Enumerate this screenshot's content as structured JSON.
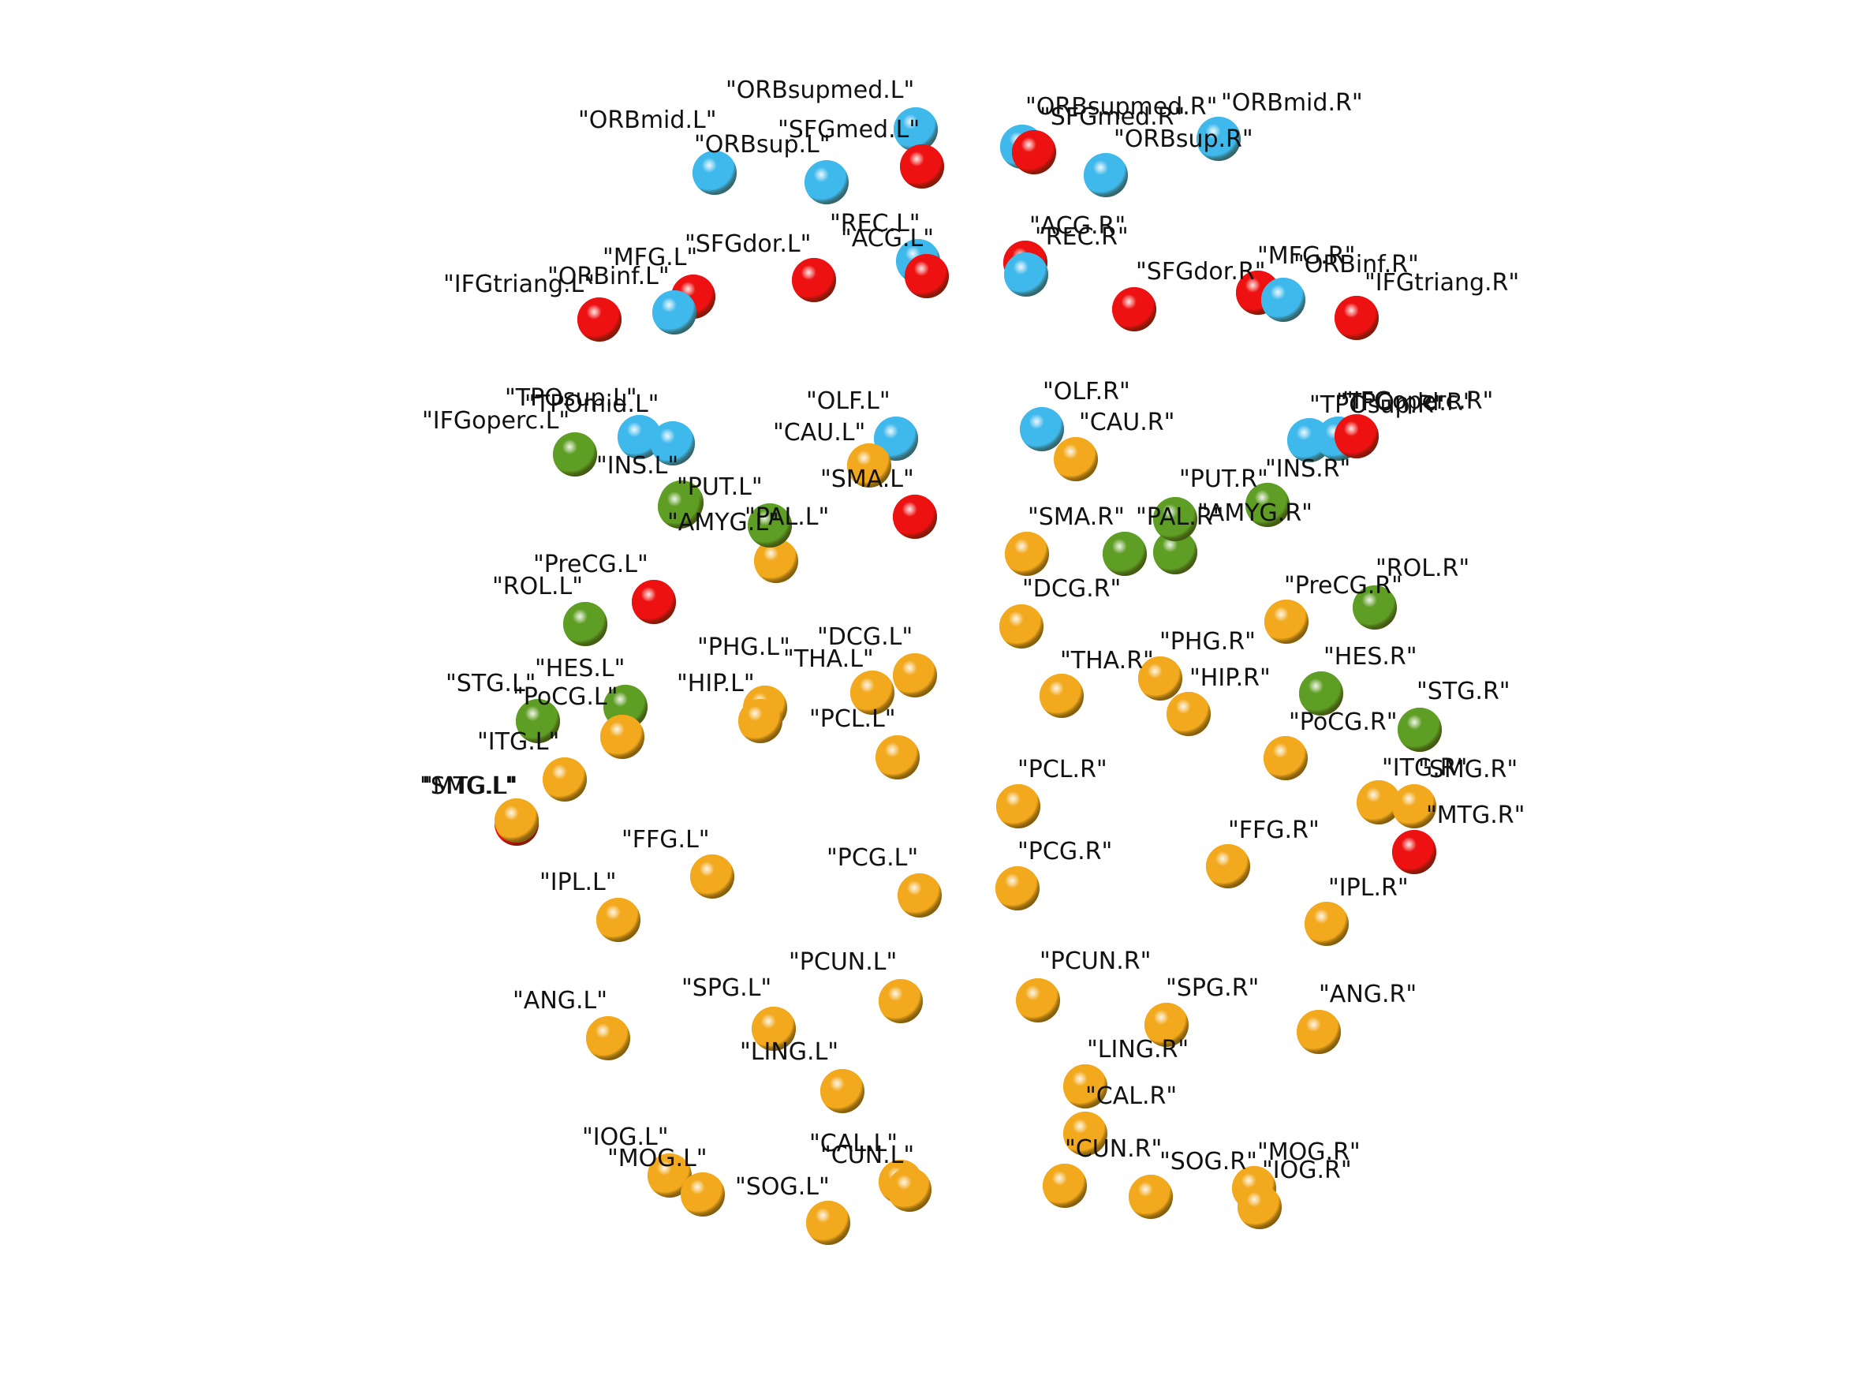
{
  "colors": {
    "blue": "#3fb9ec",
    "red": "#ee1111",
    "green": "#5f9e25",
    "orange": "#f2a91d"
  },
  "nodes": [
    {
      "label": "\"ORBsupmed.L\"",
      "color": "blue"
    },
    {
      "label": "\"ORBmid.L\"",
      "color": "blue"
    },
    {
      "label": "\"SFGmed.L\"",
      "color": "red"
    },
    {
      "label": "\"ORBsup.L\"",
      "color": "blue"
    },
    {
      "label": "\"ORBsupmed.R\"",
      "color": "blue"
    },
    {
      "label": "\"SFGmed.R\"",
      "color": "red"
    },
    {
      "label": "\"ORBmid.R\"",
      "color": "blue"
    },
    {
      "label": "\"ORBsup.R\"",
      "color": "blue"
    },
    {
      "label": "\"REC.L\"",
      "color": "blue"
    },
    {
      "label": "\"ACG.L\"",
      "color": "red"
    },
    {
      "label": "\"SFGdor.L\"",
      "color": "red"
    },
    {
      "label": "\"MFG.L\"",
      "color": "red"
    },
    {
      "label": "\"ORBinf.L\"",
      "color": "blue"
    },
    {
      "label": "\"IFGtriang.L\"",
      "color": "red"
    },
    {
      "label": "\"ACG.R\"",
      "color": "red"
    },
    {
      "label": "\"REC.R\"",
      "color": "blue"
    },
    {
      "label": "\"SFGdor.R\"",
      "color": "red"
    },
    {
      "label": "\"MFG.R\"",
      "color": "red"
    },
    {
      "label": "\"ORBinf.R\"",
      "color": "blue"
    },
    {
      "label": "\"IFGtriang.R\"",
      "color": "red"
    },
    {
      "label": "\"TPOsup.L\"",
      "color": "blue"
    },
    {
      "label": "\"TPOmid.L\"",
      "color": "blue"
    },
    {
      "label": "\"IFGoperc.L\"",
      "color": "green"
    },
    {
      "label": "\"OLF.L\"",
      "color": "blue"
    },
    {
      "label": "\"CAU.L\"",
      "color": "orange"
    },
    {
      "label": "\"OLF.R\"",
      "color": "blue"
    },
    {
      "label": "\"CAU.R\"",
      "color": "orange"
    },
    {
      "label": "\"TPOsup.R\"",
      "color": "blue"
    },
    {
      "label": "\"TPOmid.R\"",
      "color": "blue"
    },
    {
      "label": "\"IFGoperc.R\"",
      "color": "red"
    },
    {
      "label": "\"INS.L\"",
      "color": "green"
    },
    {
      "label": "\"PUT.L\"",
      "color": "green"
    },
    {
      "label": "\"AMYG.L\"",
      "color": "orange"
    },
    {
      "label": "\"PAL.L\"",
      "color": "green"
    },
    {
      "label": "\"SMA.L\"",
      "color": "red"
    },
    {
      "label": "\"SMA.R\"",
      "color": "orange"
    },
    {
      "label": "\"PAL.R\"",
      "color": "green"
    },
    {
      "label": "\"PUT.R\"",
      "color": "green"
    },
    {
      "label": "\"AMYG.R\"",
      "color": "green"
    },
    {
      "label": "\"INS.R\"",
      "color": "green"
    },
    {
      "label": "\"PreCG.L\"",
      "color": "red"
    },
    {
      "label": "\"ROL.L\"",
      "color": "green"
    },
    {
      "label": "\"DCG.R\"",
      "color": "orange"
    },
    {
      "label": "\"PreCG.R\"",
      "color": "orange"
    },
    {
      "label": "\"ROL.R\"",
      "color": "green"
    },
    {
      "label": "\"PHG.L\"",
      "color": "orange"
    },
    {
      "label": "\"DCG.L\"",
      "color": "orange"
    },
    {
      "label": "\"THA.L\"",
      "color": "orange"
    },
    {
      "label": "\"HES.L\"",
      "color": "green"
    },
    {
      "label": "\"STG.L\"",
      "color": "green"
    },
    {
      "label": "\"PoCG.L\"",
      "color": "orange"
    },
    {
      "label": "\"HIP.L\"",
      "color": "orange"
    },
    {
      "label": "\"PCL.L\"",
      "color": "orange"
    },
    {
      "label": "\"THA.R\"",
      "color": "orange"
    },
    {
      "label": "\"PHG.R\"",
      "color": "orange"
    },
    {
      "label": "\"HIP.R\"",
      "color": "orange"
    },
    {
      "label": "\"HES.R\"",
      "color": "green"
    },
    {
      "label": "\"STG.R\"",
      "color": "green"
    },
    {
      "label": "\"PoCG.R\"",
      "color": "orange"
    },
    {
      "label": "\"ITG.L\"",
      "color": "orange"
    },
    {
      "label": "\"SMG.L\"",
      "color": "red"
    },
    {
      "label": "\"MTG.L\"",
      "color": "orange"
    },
    {
      "label": "\"PCL.R\"",
      "color": "orange"
    },
    {
      "label": "\"ITG.R\"",
      "color": "orange"
    },
    {
      "label": "\"SMG.R\"",
      "color": "orange"
    },
    {
      "label": "\"MTG.R\"",
      "color": "red"
    },
    {
      "label": "\"FFG.L\"",
      "color": "orange"
    },
    {
      "label": "\"PCG.L\"",
      "color": "orange"
    },
    {
      "label": "\"IPL.L\"",
      "color": "orange"
    },
    {
      "label": "\"FFG.R\"",
      "color": "orange"
    },
    {
      "label": "\"PCG.R\"",
      "color": "orange"
    },
    {
      "label": "\"IPL.R\"",
      "color": "orange"
    },
    {
      "label": "\"PCUN.L\"",
      "color": "orange"
    },
    {
      "label": "\"SPG.L\"",
      "color": "orange"
    },
    {
      "label": "\"ANG.L\"",
      "color": "orange"
    },
    {
      "label": "\"PCUN.R\"",
      "color": "orange"
    },
    {
      "label": "\"SPG.R\"",
      "color": "orange"
    },
    {
      "label": "\"ANG.R\"",
      "color": "orange"
    },
    {
      "label": "\"LING.L\"",
      "color": "orange"
    },
    {
      "label": "\"LING.R\"",
      "color": "orange"
    },
    {
      "label": "\"CAL.R\"",
      "color": "orange"
    },
    {
      "label": "\"IOG.L\"",
      "color": "orange"
    },
    {
      "label": "\"MOG.L\"",
      "color": "orange"
    },
    {
      "label": "\"CAL.L\"",
      "color": "orange"
    },
    {
      "label": "\"CUN.L\"",
      "color": "orange"
    },
    {
      "label": "\"SOG.L\"",
      "color": "orange"
    },
    {
      "label": "\"CUN.R\"",
      "color": "orange"
    },
    {
      "label": "\"SOG.R\"",
      "color": "orange"
    },
    {
      "label": "\"MOG.R\"",
      "color": "orange"
    },
    {
      "label": "\"IOG.R\"",
      "color": "orange"
    }
  ]
}
